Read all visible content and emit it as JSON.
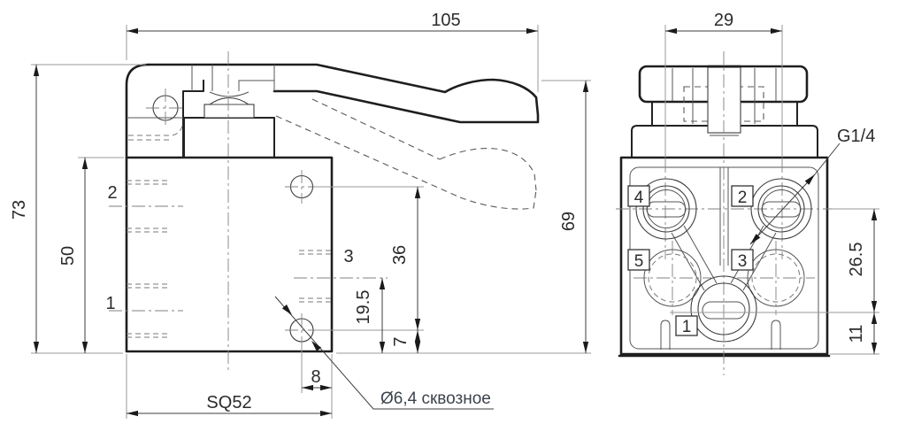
{
  "side_view": {
    "dim_overall_width": "105",
    "dim_overall_height": "73",
    "dim_body_height": "50",
    "dim_lever_tip_height": "69",
    "dim_hole_spacing": "36",
    "dim_port3_center_height": "19.5",
    "dim_hole_to_base": "7",
    "dim_hole_to_edge": "8",
    "dim_square": "SQ52",
    "note_through_hole": "Ø6,4 сквозное",
    "port_labels": {
      "p2": "2",
      "p1": "1",
      "p3": "3"
    }
  },
  "front_view": {
    "dim_cap_width": "29",
    "dim_ports_to_port1": "26.5",
    "dim_port1_to_base": "11",
    "note_thread": "G1/4",
    "port_labels": {
      "p4": "4",
      "p2": "2",
      "p5": "5",
      "p3": "3",
      "p1": "1"
    }
  }
}
